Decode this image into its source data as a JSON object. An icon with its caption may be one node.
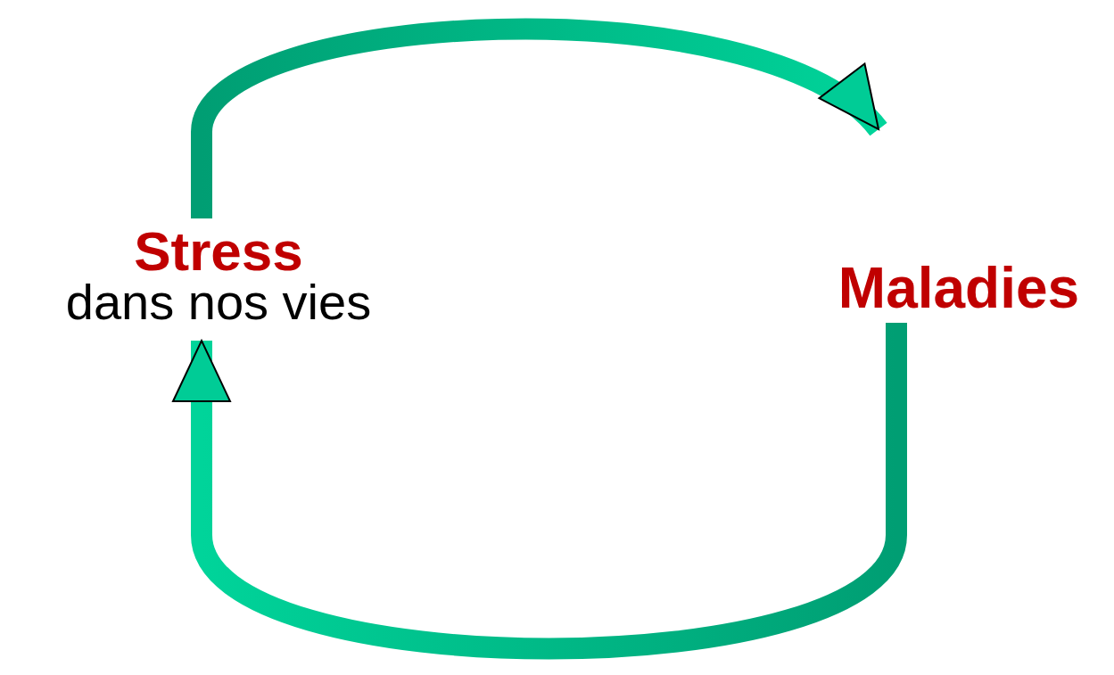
{
  "diagram": {
    "nodes": [
      {
        "text": [
          "Stress",
          "dans nos vies"
        ]
      },
      {
        "text": [
          "Maladies"
        ]
      }
    ],
    "edges": [
      {
        "from": 0,
        "to": 1,
        "arrow": "to"
      },
      {
        "from": 1,
        "to": 0,
        "arrow": "to"
      }
    ]
  }
}
